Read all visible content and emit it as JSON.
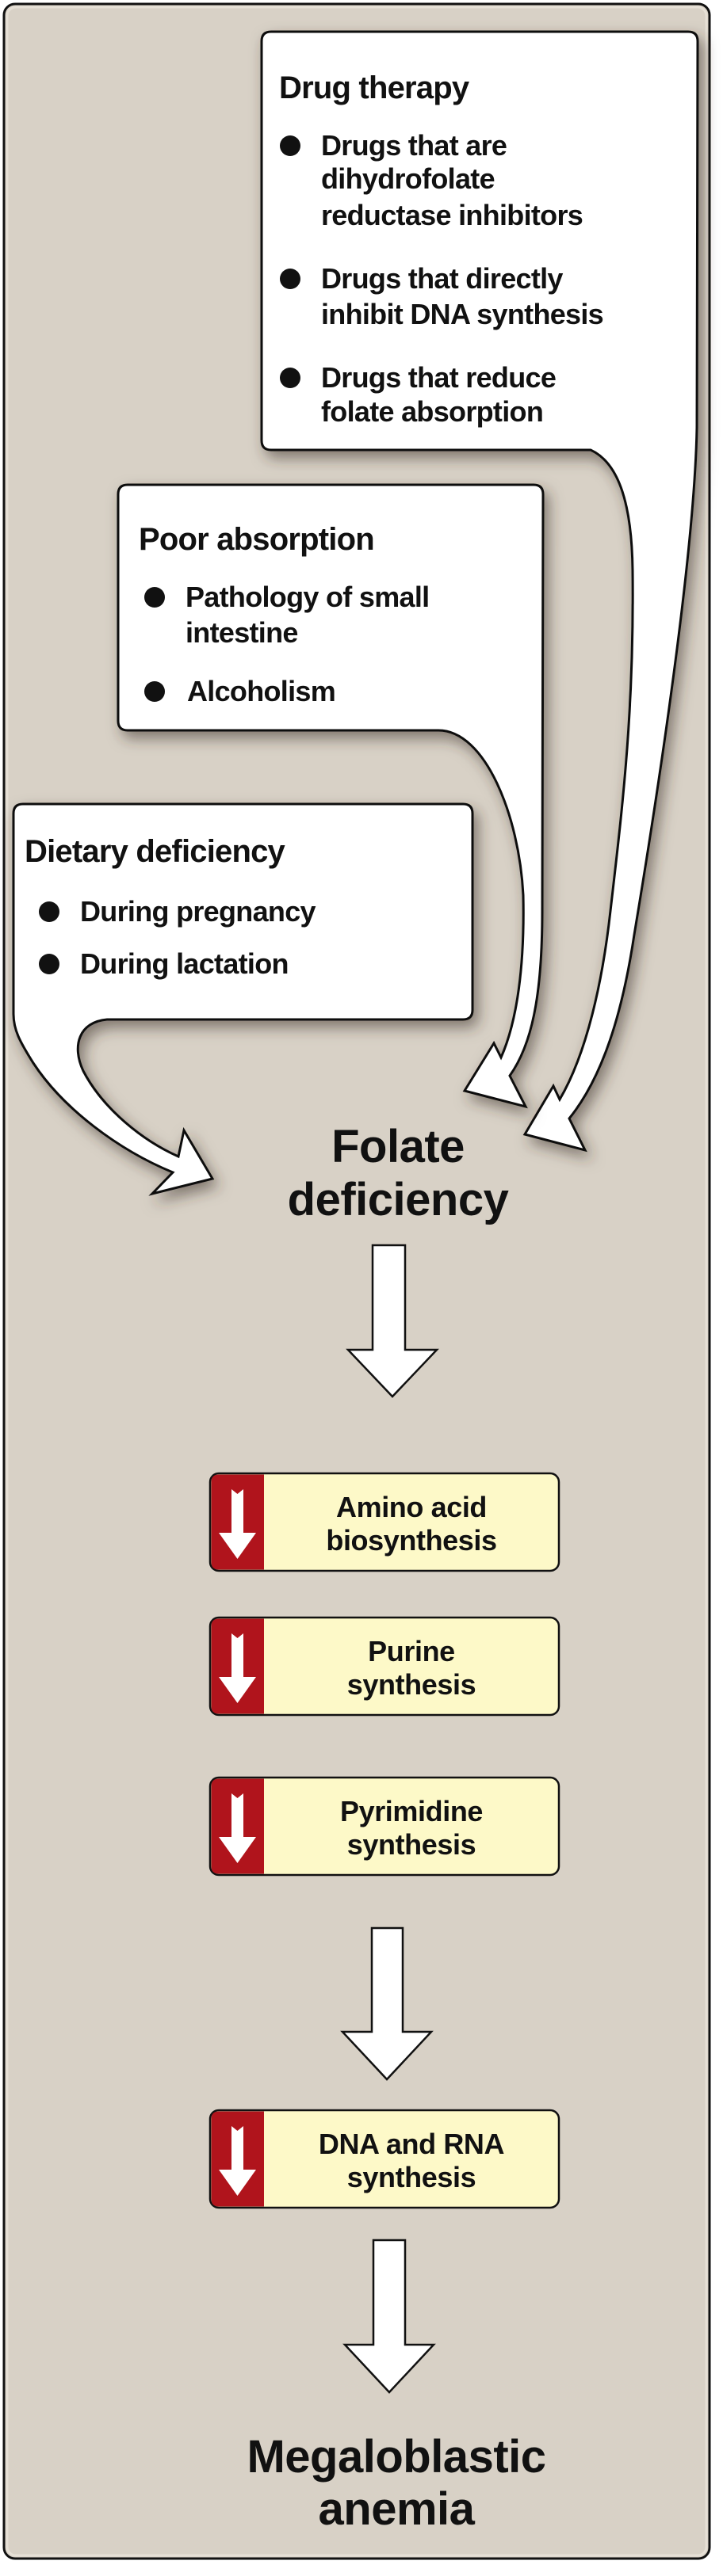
{
  "diagram": {
    "title": "Causes and consequences of folate deficiency",
    "colors": {
      "background": "#d8d1c6",
      "frame_stroke": "#111111",
      "callout_fill": "#ffffff",
      "step_fill": "#fdf9c8",
      "decrease_badge": "#b0141c",
      "text": "#111111"
    },
    "causes": [
      {
        "id": "drug-therapy",
        "title": "Drug therapy",
        "items": [
          {
            "lines": [
              "Drugs that are",
              "dihydrofolate",
              "reductase inhibitors"
            ]
          },
          {
            "lines": [
              "Drugs that directly",
              "inhibit DNA synthesis"
            ]
          },
          {
            "lines": [
              "Drugs that reduce",
              "folate absorption"
            ]
          }
        ]
      },
      {
        "id": "poor-absorption",
        "title": "Poor absorption",
        "items": [
          {
            "lines": [
              "Pathology of small",
              "intestine"
            ]
          },
          {
            "lines": [
              "Alcoholism"
            ]
          }
        ]
      },
      {
        "id": "dietary-deficiency",
        "title": "Dietary deficiency",
        "items": [
          {
            "lines": [
              "During pregnancy"
            ]
          },
          {
            "lines": [
              "During lactation"
            ]
          }
        ]
      }
    ],
    "central_node": {
      "lines": [
        "Folate",
        "deficiency"
      ]
    },
    "decreased_processes": [
      {
        "indicator": "decrease-arrow-icon",
        "lines": [
          "Amino acid",
          "biosynthesis"
        ]
      },
      {
        "indicator": "decrease-arrow-icon",
        "lines": [
          "Purine",
          "synthesis"
        ]
      },
      {
        "indicator": "decrease-arrow-icon",
        "lines": [
          "Pyrimidine",
          "synthesis"
        ]
      },
      {
        "indicator": "decrease-arrow-icon",
        "lines": [
          "DNA and RNA",
          "synthesis"
        ]
      }
    ],
    "outcome": {
      "lines": [
        "Megaloblastic",
        "anemia"
      ]
    },
    "edges": [
      {
        "from": "drug-therapy",
        "to": "folate-deficiency"
      },
      {
        "from": "poor-absorption",
        "to": "folate-deficiency"
      },
      {
        "from": "dietary-deficiency",
        "to": "folate-deficiency"
      },
      {
        "from": "folate-deficiency",
        "to": "decreased-processes"
      },
      {
        "from": "pyrimidine-synthesis",
        "to": "dna-rna-synthesis"
      },
      {
        "from": "dna-rna-synthesis",
        "to": "megaloblastic-anemia"
      }
    ]
  }
}
